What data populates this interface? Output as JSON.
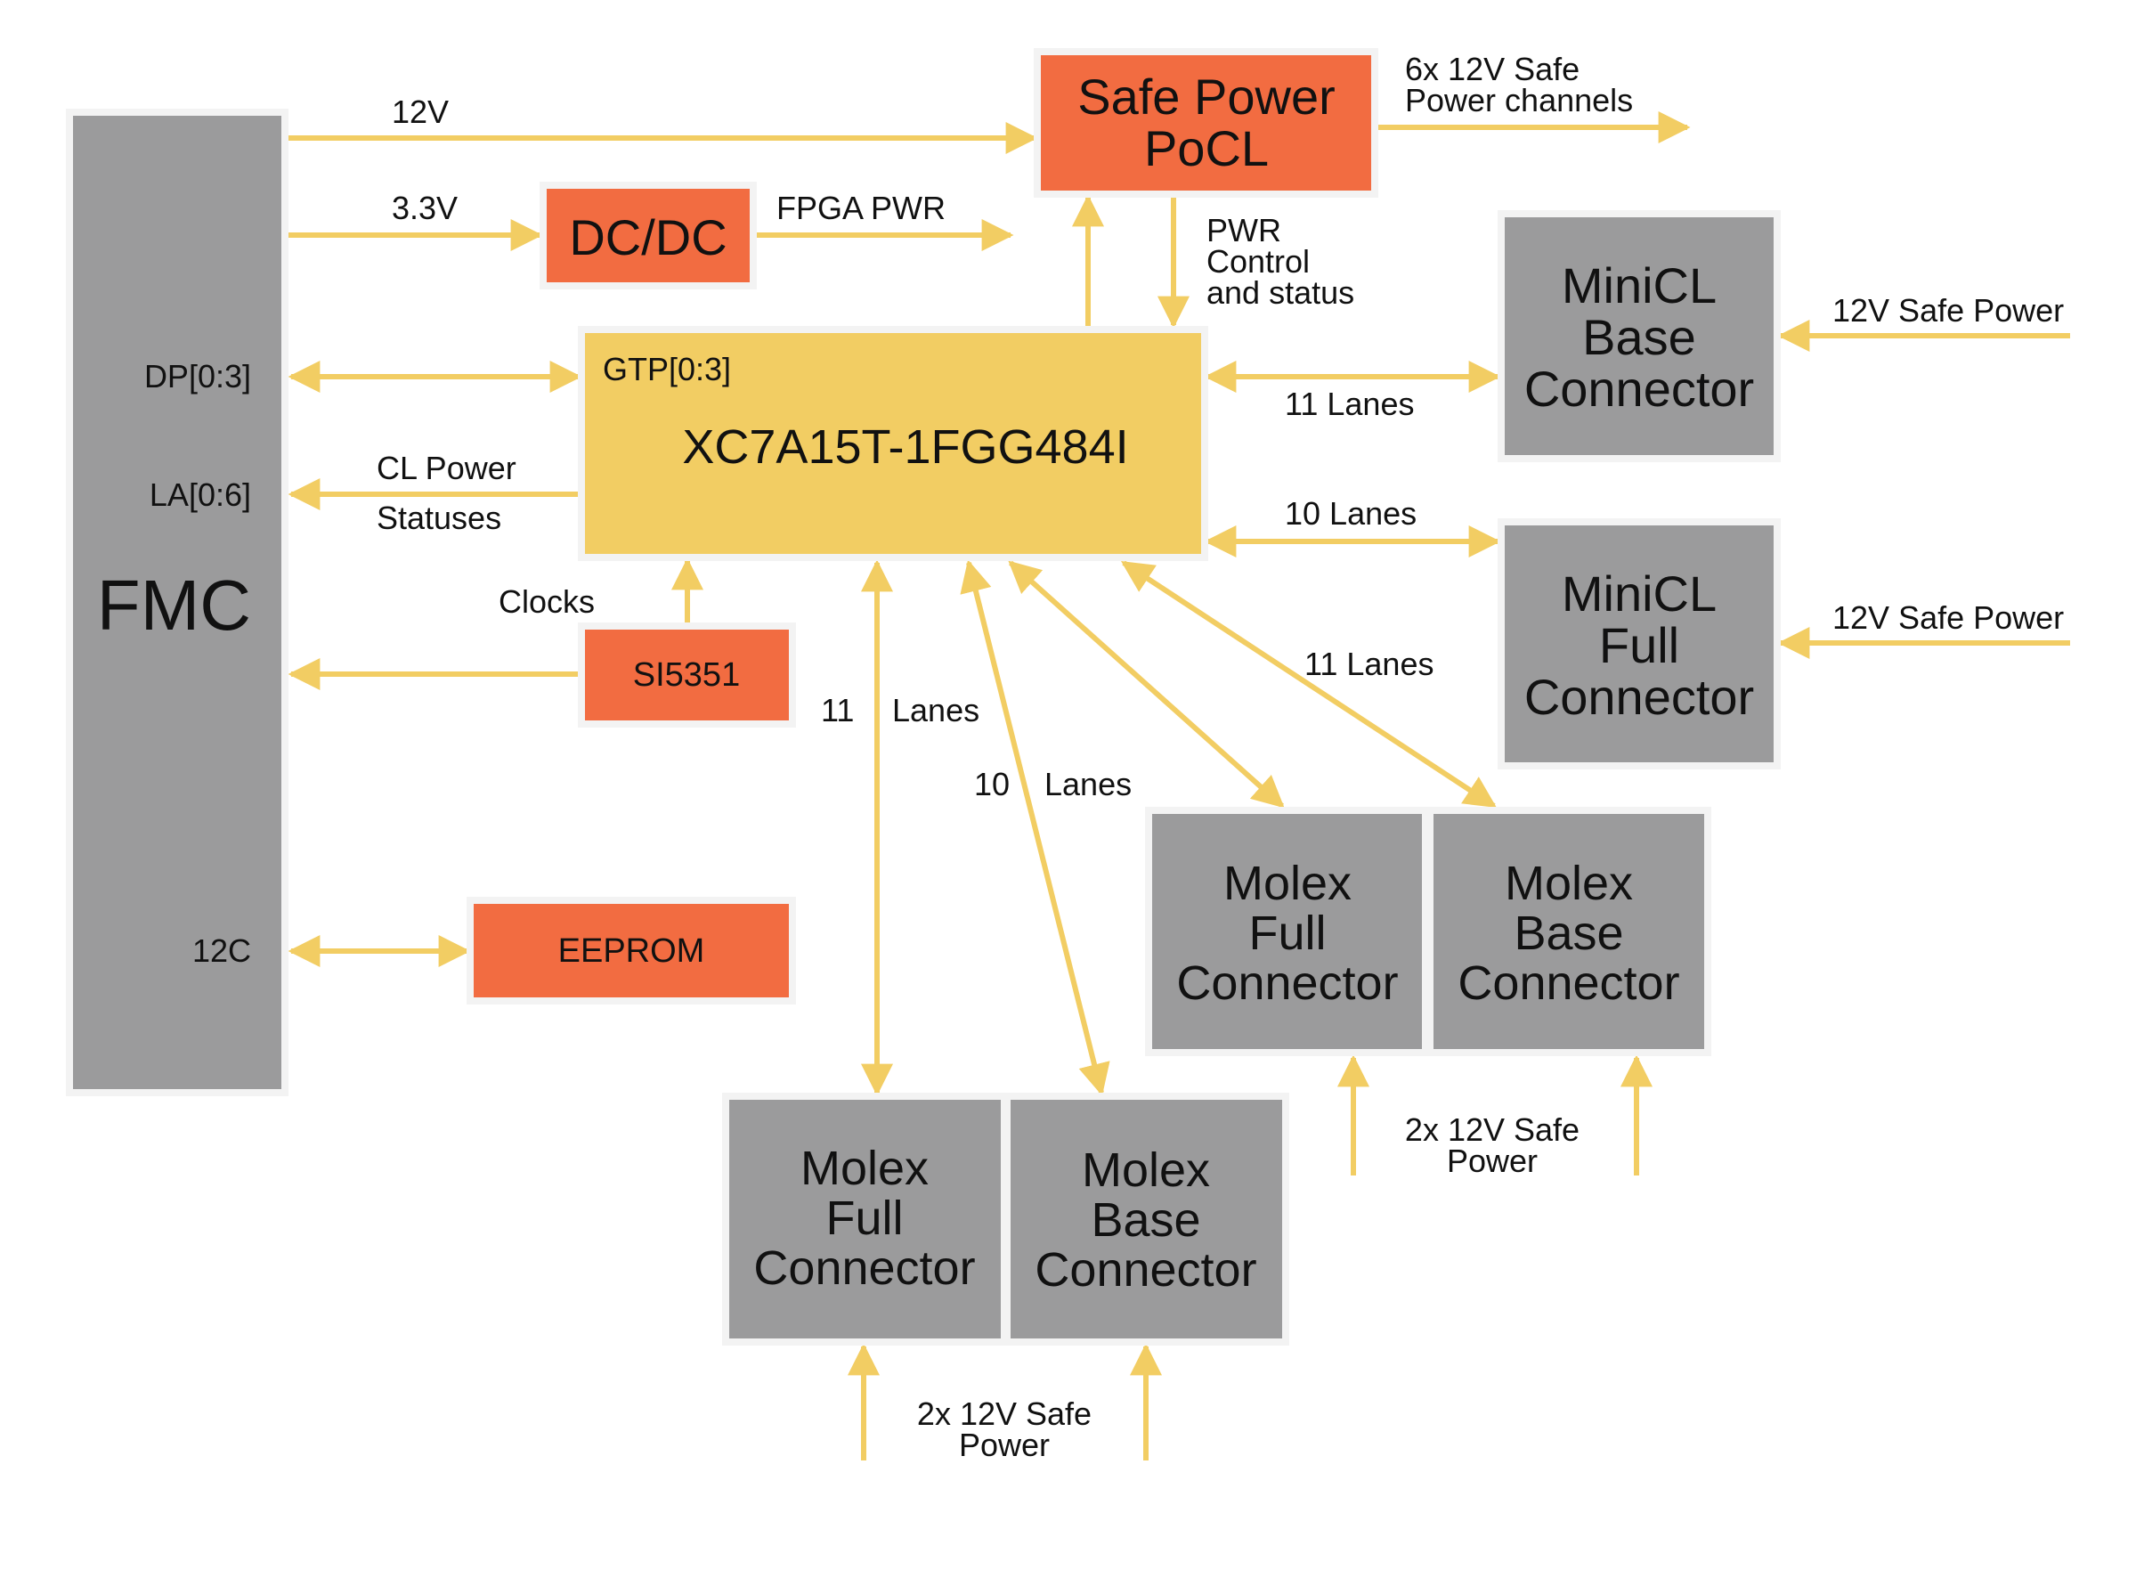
{
  "colors": {
    "accent_yellow": "#f2cd63",
    "block_orange": "#f26c41",
    "connector_gray": "#9b9b9c",
    "border_white": "#f3f3f3",
    "text": "#111111"
  },
  "blocks": {
    "fmc": {
      "label": "FMC",
      "pins": {
        "dp": "DP[0:3]",
        "la": "LA[0:6]",
        "i2c": "12C"
      }
    },
    "safe_power": {
      "lines": [
        "Safe Power",
        "PoCL"
      ]
    },
    "dcdc": {
      "label": "DC/DC"
    },
    "fpga": {
      "label": "XC7A15T-1FGG484I",
      "port": "GTP[0:3]"
    },
    "si5351": {
      "label": "SI5351"
    },
    "eeprom": {
      "label": "EEPROM"
    },
    "minicl_base": {
      "lines": [
        "MiniCL",
        "Base",
        "Connector"
      ]
    },
    "minicl_full": {
      "lines": [
        "MiniCL",
        "Full",
        "Connector"
      ]
    },
    "molex_full_right": {
      "lines": [
        "Molex",
        "Full",
        "Connector"
      ]
    },
    "molex_base_right": {
      "lines": [
        "Molex",
        "Base",
        "Connector"
      ]
    },
    "molex_full_bottom": {
      "lines": [
        "Molex",
        "Full",
        "Connector"
      ]
    },
    "molex_base_bottom": {
      "lines": [
        "Molex",
        "Base",
        "Connector"
      ]
    }
  },
  "labels": {
    "v12": "12V",
    "v33": "3.3V",
    "fpga_pwr": "FPGA PWR",
    "safe_channels": [
      "6x 12V Safe",
      "Power channels"
    ],
    "pwr_control": [
      "PWR",
      "Control",
      "and status"
    ],
    "cl_power": [
      "CL Power",
      "Statuses"
    ],
    "clocks": "Clocks",
    "lanes_minicl_base": "11 Lanes",
    "lanes_minicl_full": "10 Lanes",
    "lanes_molex_right": "11 Lanes",
    "lanes_bottom_full": [
      "11",
      "Lanes"
    ],
    "lanes_bottom_base": [
      "10",
      "Lanes"
    ],
    "safe_power_minicl_base": "12V Safe Power",
    "safe_power_minicl_full": "12V Safe Power",
    "safe_power_molex_right": [
      "2x 12V Safe",
      "Power"
    ],
    "safe_power_molex_bottom": [
      "2x 12V Safe",
      "Power"
    ]
  }
}
